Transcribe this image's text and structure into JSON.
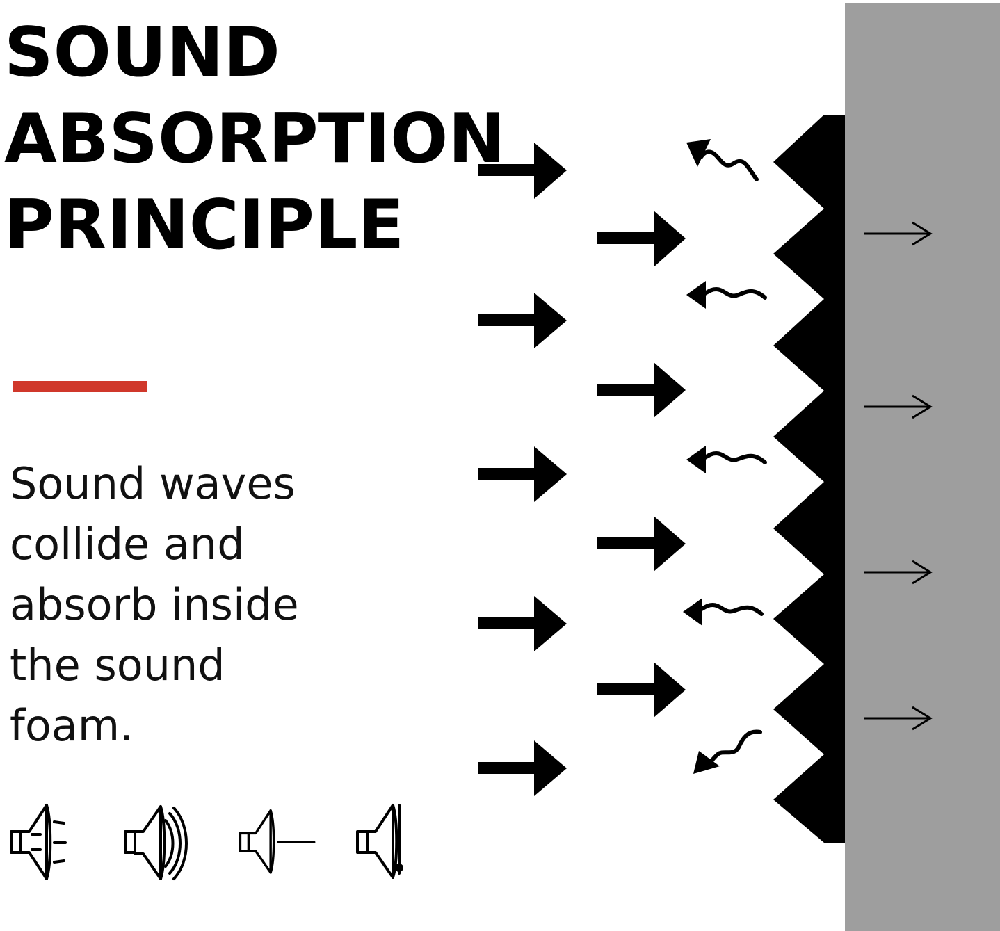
{
  "heading": {
    "lines": [
      "SOUND",
      "ABSORPTION",
      "PRINCIPLE"
    ]
  },
  "body": {
    "lines": [
      "Sound waves",
      "collide and",
      "absorb inside",
      "the sound",
      "foam."
    ]
  },
  "colors": {
    "accent": "#d0382b",
    "wall": "#9e9e9e",
    "foam": "#000000",
    "ink": "#000000"
  },
  "icons": [
    "speaker-muted-icon",
    "speaker-sound-waves-icon",
    "speaker-line-icon",
    "speaker-blocked-icon"
  ]
}
